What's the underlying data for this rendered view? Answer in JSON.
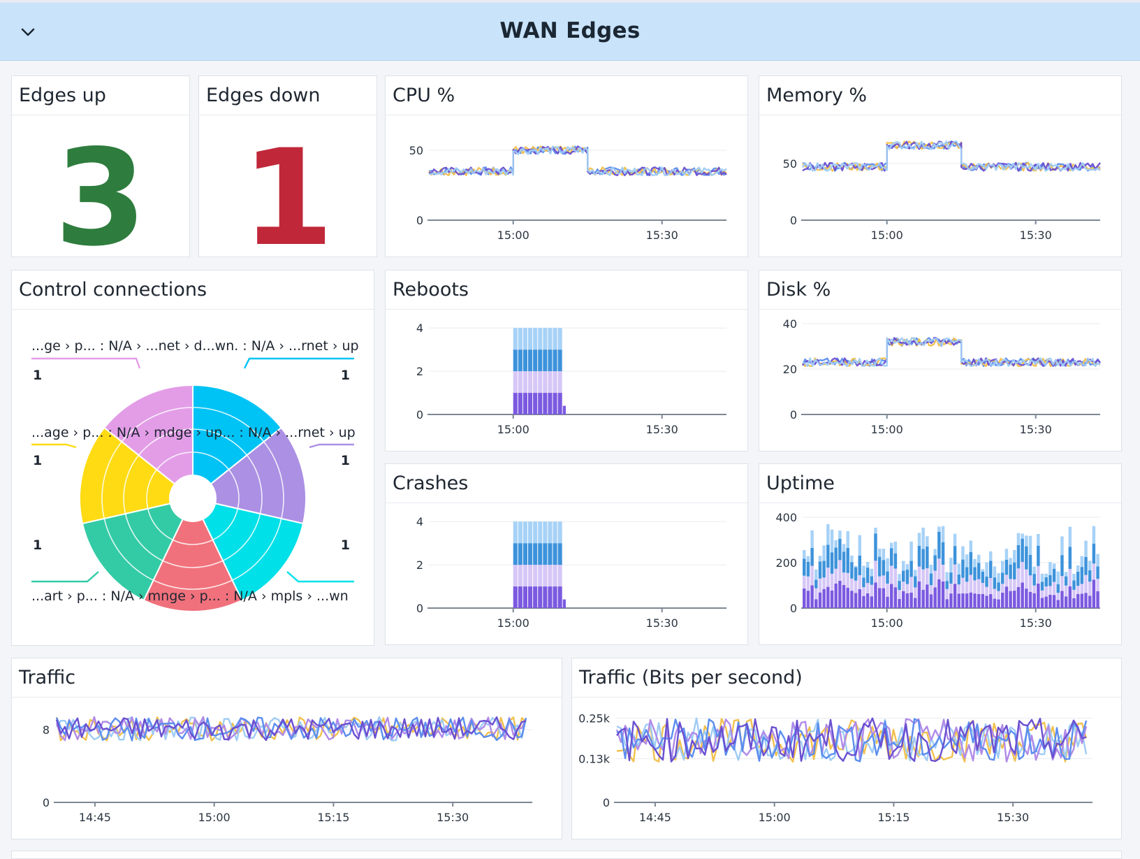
{
  "header": {
    "title": "WAN Edges",
    "collapse_icon": "chevron-down-icon"
  },
  "colors": {
    "header_bg": "#c9e3fb",
    "up_green": "#2e7d3e",
    "down_red": "#c0283a",
    "series": [
      "#5b8def",
      "#f2c14e",
      "#6a4fd0",
      "#9ecbf5",
      "#b08ae8"
    ],
    "bars": [
      "#7b5ae0",
      "#d6c7f7",
      "#3d93db",
      "#a7d2f7"
    ]
  },
  "panels": {
    "edges_up": {
      "title": "Edges up",
      "value": "3"
    },
    "edges_down": {
      "title": "Edges down",
      "value": "1"
    },
    "cpu": {
      "title": "CPU %"
    },
    "memory": {
      "title": "Memory %"
    },
    "control": {
      "title": "Control connections"
    },
    "reboots": {
      "title": "Reboots"
    },
    "disk": {
      "title": "Disk %"
    },
    "crashes": {
      "title": "Crashes"
    },
    "uptime": {
      "title": "Uptime"
    },
    "traffic": {
      "title": "Traffic"
    },
    "traffic_bps": {
      "title": "Traffic (Bits per second)"
    }
  },
  "control_labels": {
    "top_left": "...ge › p... : N/A › ...net › d...wn. : N/A › ...rnet › up",
    "mid": "...age › p... : N/A › mdge › up... : N/A › ...rnet › up",
    "bottom": "...art › p... : N/A › mnge › p... : N/A › mpls › ...wn",
    "count_tl": "1",
    "count_tr": "1",
    "count_ml": "1",
    "count_mr": "1",
    "count_bl": "1",
    "count_br": "1"
  },
  "chart_data": [
    {
      "id": "cpu",
      "type": "line",
      "title": "CPU %",
      "x_ticks": [
        "15:00",
        "15:30"
      ],
      "y_ticks": [
        "0",
        "50"
      ],
      "ylim": [
        0,
        65
      ],
      "x_domain_minutes": [
        -17,
        43
      ],
      "series": [
        {
          "color": "#5b8def",
          "segments": [
            [
              -17,
              0,
              35
            ],
            [
              0,
              15,
              50
            ],
            [
              15,
              43,
              35
            ]
          ]
        },
        {
          "color": "#f2c14e",
          "segments": [
            [
              -17,
              0,
              35
            ],
            [
              0,
              15,
              50
            ],
            [
              15,
              43,
              35
            ]
          ]
        },
        {
          "color": "#6a4fd0",
          "segments": [
            [
              -17,
              0,
              35
            ],
            [
              0,
              15,
              50
            ],
            [
              15,
              43,
              35
            ]
          ]
        },
        {
          "color": "#9ecbf5",
          "segments": [
            [
              -17,
              0,
              35
            ],
            [
              0,
              15,
              50
            ],
            [
              15,
              43,
              35
            ]
          ]
        }
      ]
    },
    {
      "id": "memory",
      "type": "line",
      "title": "Memory %",
      "x_ticks": [
        "15:00",
        "15:30"
      ],
      "y_ticks": [
        "0",
        "50"
      ],
      "ylim": [
        0,
        80
      ],
      "x_domain_minutes": [
        -17,
        43
      ],
      "series": [
        {
          "color": "#5b8def",
          "segments": [
            [
              -17,
              0,
              47
            ],
            [
              0,
              15,
              66
            ],
            [
              15,
              43,
              47
            ]
          ]
        },
        {
          "color": "#f2c14e",
          "segments": [
            [
              -17,
              0,
              47
            ],
            [
              0,
              15,
              66
            ],
            [
              15,
              43,
              47
            ]
          ]
        },
        {
          "color": "#6a4fd0",
          "segments": [
            [
              -17,
              0,
              47
            ],
            [
              0,
              15,
              66
            ],
            [
              15,
              43,
              47
            ]
          ]
        },
        {
          "color": "#9ecbf5",
          "segments": [
            [
              -17,
              0,
              47
            ],
            [
              0,
              15,
              66
            ],
            [
              15,
              43,
              47
            ]
          ]
        }
      ]
    },
    {
      "id": "disk",
      "type": "line",
      "title": "Disk %",
      "x_ticks": [
        "15:00",
        "15:30"
      ],
      "y_ticks": [
        "0",
        "20",
        "40"
      ],
      "ylim": [
        0,
        40
      ],
      "x_domain_minutes": [
        -17,
        43
      ],
      "series": [
        {
          "color": "#5b8def",
          "segments": [
            [
              -17,
              0,
              23
            ],
            [
              0,
              15,
              32
            ],
            [
              15,
              43,
              23
            ]
          ]
        },
        {
          "color": "#f2c14e",
          "segments": [
            [
              -17,
              0,
              23
            ],
            [
              0,
              15,
              32
            ],
            [
              15,
              43,
              23
            ]
          ]
        },
        {
          "color": "#6a4fd0",
          "segments": [
            [
              -17,
              0,
              23
            ],
            [
              0,
              15,
              32
            ],
            [
              15,
              43,
              23
            ]
          ]
        },
        {
          "color": "#9ecbf5",
          "segments": [
            [
              -17,
              0,
              23
            ],
            [
              0,
              15,
              32
            ],
            [
              15,
              43,
              23
            ]
          ]
        }
      ]
    },
    {
      "id": "reboots",
      "type": "bar",
      "title": "Reboots",
      "stacked": true,
      "x_ticks": [
        "15:00",
        "15:30"
      ],
      "y_ticks": [
        "0",
        "2",
        "4"
      ],
      "ylim": [
        0,
        4.2
      ],
      "x_domain_minutes": [
        -17,
        43
      ],
      "bars": {
        "start_minute": 0,
        "count": 10,
        "step_minutes": 1,
        "stack": [
          1,
          1,
          1,
          1
        ],
        "tail": {
          "minute": 10,
          "value": 0.4
        }
      }
    },
    {
      "id": "crashes",
      "type": "bar",
      "title": "Crashes",
      "stacked": true,
      "x_ticks": [
        "15:00",
        "15:30"
      ],
      "y_ticks": [
        "0",
        "2",
        "4"
      ],
      "ylim": [
        0,
        4.2
      ],
      "x_domain_minutes": [
        -17,
        43
      ],
      "bars": {
        "start_minute": 0,
        "count": 10,
        "step_minutes": 1,
        "stack": [
          1,
          1,
          1,
          1
        ],
        "tail": {
          "minute": 10,
          "value": 0.4
        }
      }
    },
    {
      "id": "uptime",
      "type": "bar",
      "title": "Uptime",
      "stacked": true,
      "x_ticks": [
        "15:00",
        "15:30"
      ],
      "y_ticks": [
        "0",
        "200",
        "400"
      ],
      "ylim": [
        0,
        400
      ],
      "x_domain_minutes": [
        -17,
        43
      ],
      "bars": {
        "start_minute": -17,
        "count": 75,
        "step_minutes": 0.8,
        "total_range": [
          150,
          370
        ]
      }
    },
    {
      "id": "traffic",
      "type": "line",
      "title": "Traffic",
      "x_ticks": [
        "14:45",
        "15:00",
        "15:15",
        "15:30"
      ],
      "y_ticks": [
        "0",
        "8"
      ],
      "ylim": [
        0,
        10
      ],
      "x_domain_minutes": [
        -17,
        43
      ],
      "noise_band": [
        6.8,
        9.4
      ]
    },
    {
      "id": "traffic_bps",
      "type": "line",
      "title": "Traffic (Bits per second)",
      "x_ticks": [
        "14:45",
        "15:00",
        "15:15",
        "15:30"
      ],
      "y_ticks": [
        "0",
        "0.13k",
        "0.25k"
      ],
      "ylim": [
        0,
        0.27
      ],
      "x_domain_minutes": [
        -17,
        43
      ],
      "noise_band": [
        0.12,
        0.25
      ]
    },
    {
      "id": "control",
      "type": "pie",
      "title": "Control connections",
      "slices": [
        {
          "color": "#00c3f5",
          "value": 1
        },
        {
          "color": "#ab90e4",
          "value": 1
        },
        {
          "color": "#00e0e8",
          "value": 1
        },
        {
          "color": "#f0717c",
          "value": 1
        },
        {
          "color": "#33cba5",
          "value": 1
        },
        {
          "color": "#ffdb14",
          "value": 1
        },
        {
          "color": "#e39de7",
          "value": 1
        }
      ]
    }
  ]
}
